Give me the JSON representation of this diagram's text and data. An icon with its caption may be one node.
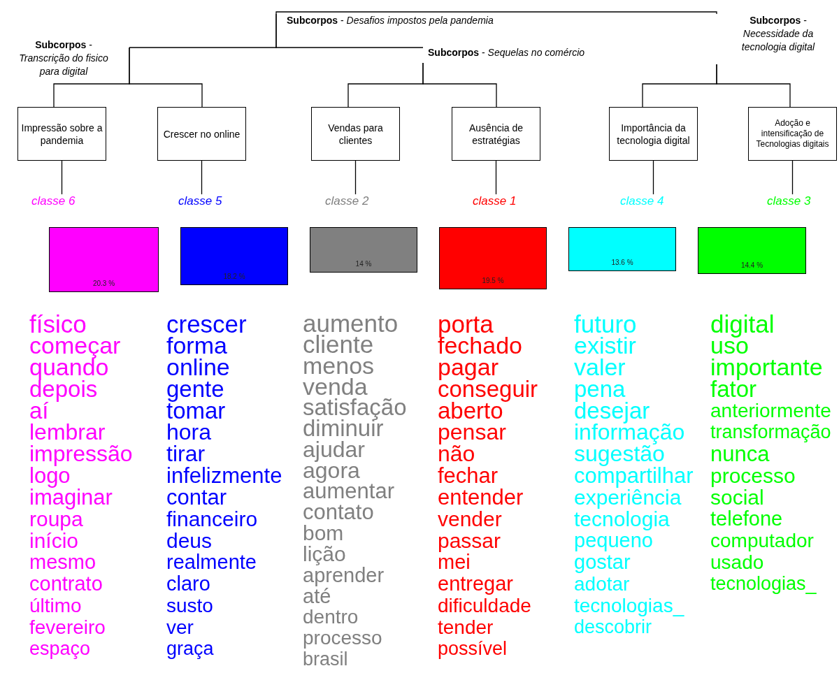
{
  "diagram": {
    "nodes": [
      {
        "text": [
          "**Subcorpos** - *Desafios impostos pela pandemia*"
        ]
      },
      {
        "text": [
          "**Subcorpos** - *Transcrição do fisico para digital*"
        ]
      },
      {
        "text": [
          "**Subcorpos** - *Sequelas no comércio*"
        ]
      },
      {
        "text": [
          "**Subcorpos** - *Necessidade da tecnologia digital*"
        ]
      },
      {
        "text": [
          "Impressão sobre a pandemia"
        ]
      },
      {
        "text": [
          "Crescer no online"
        ]
      },
      {
        "text": [
          "Vendas para clientes"
        ]
      },
      {
        "text": [
          "Ausência de estratégias"
        ]
      },
      {
        "text": [
          "Importância da tecnologia digital"
        ]
      },
      {
        "text": [
          "Adoção e intensificação de Tecnologias digitais"
        ]
      },
      {
        "text": [
          "classe  6"
        ]
      },
      {
        "text": [
          "classe  5"
        ]
      },
      {
        "text": [
          "classe  2"
        ]
      },
      {
        "text": [
          "classe  1"
        ]
      },
      {
        "text": [
          "classe  4"
        ]
      },
      {
        "text": [
          "classe  3"
        ]
      },
      {
        "text": [
          "20.3 %"
        ],
        "beside": [
          "físico",
          "começar",
          "quando",
          "depois",
          "aí",
          "lembrar",
          "impressão",
          "logo",
          "imaginar",
          "roupa",
          "início",
          "mesmo",
          "contrato",
          "último",
          "fevereiro",
          "espaço"
        ]
      },
      {
        "text": [
          "18.2 %"
        ],
        "beside": [
          "crescer",
          "forma",
          "online",
          "gente",
          "tomar",
          "hora",
          "tirar",
          "infelizmente",
          "contar",
          "financeiro",
          "deus",
          "realmente",
          "claro",
          "susto",
          "ver",
          "graça"
        ]
      },
      {
        "text": [
          "14 %"
        ],
        "beside": [
          "aumento",
          "cliente",
          "menos",
          "venda",
          "satisfação",
          "diminuir",
          "ajudar",
          "agora",
          "aumentar",
          "contato",
          "bom",
          "lição",
          "aprender",
          "até",
          "dentro",
          "processo",
          "brasil"
        ]
      },
      {
        "text": [
          "19.5 %"
        ],
        "beside": [
          "porta",
          "fechado",
          "pagar",
          "conseguir",
          "aberto",
          "pensar",
          "não",
          "fechar",
          "entender",
          "vender",
          "passar",
          "mei",
          "entregar",
          "dificuldade",
          "tender",
          "possível"
        ]
      },
      {
        "text": [
          "13.6 %"
        ],
        "beside": [
          "futuro",
          "existir",
          "valer",
          "pena",
          "desejar",
          "informação",
          "sugestão",
          "compartilhar",
          "experiência",
          "tecnologia",
          "pequeno",
          "gostar",
          "adotar",
          "tecnologias_",
          "descobrir"
        ]
      },
      {
        "text": [
          "14.4 %"
        ],
        "beside": [
          "digital",
          "uso",
          "importante",
          "fator",
          "anteriormente",
          "transformação",
          "nunca",
          "processo",
          "social",
          "telefone",
          "computador",
          "usado",
          "tecnologias_"
        ]
      }
    ],
    "edges": [
      {
        "from": 0,
        "to": 3,
        "arrow": "none"
      },
      {
        "from": 0,
        "to": 1,
        "arrow": "none"
      },
      {
        "from": 0,
        "to": 2,
        "arrow": "none"
      },
      {
        "from": 1,
        "to": 4,
        "arrow": "none"
      },
      {
        "from": 1,
        "to": 5,
        "arrow": "none"
      },
      {
        "from": 2,
        "to": 6,
        "arrow": "none"
      },
      {
        "from": 2,
        "to": 7,
        "arrow": "none"
      },
      {
        "from": 3,
        "to": 8,
        "arrow": "none"
      },
      {
        "from": 3,
        "to": 9,
        "arrow": "none"
      },
      {
        "from": 4,
        "to": 10,
        "arrow": "none"
      },
      {
        "from": 5,
        "to": 11,
        "arrow": "none"
      },
      {
        "from": 6,
        "to": 12,
        "arrow": "none"
      },
      {
        "from": 7,
        "to": 13,
        "arrow": "none"
      },
      {
        "from": 8,
        "to": 14,
        "arrow": "none"
      },
      {
        "from": 9,
        "to": 15,
        "arrow": "none"
      }
    ]
  }
}
